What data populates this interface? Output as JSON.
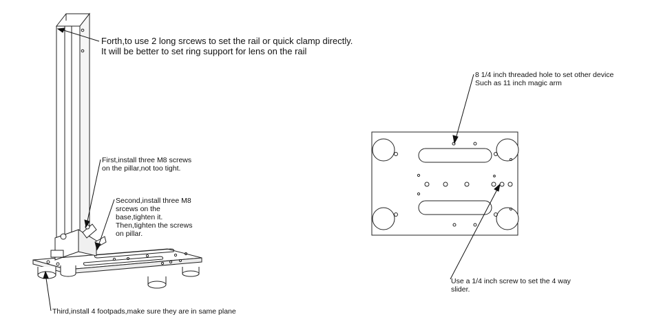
{
  "annotations": {
    "forth": "Forth,to use 2 long srcews to set the rail or quick clamp directly.\nIt will be better to set ring support for lens on the rail",
    "first": "First,install three M8 screws\non the pillar,not too tight.",
    "second": "Second,install three M8\nsrcews on the\nbase,tighten it.\nThen,tighten the screws\non pillar.",
    "third": "Third,install 4 footpads,make sure they are in same plane",
    "threaded_holes": "8 1/4 inch threaded hole to set other device\nSuch as 11 inch magic arm",
    "use_screw": "Use  a 1/4 inch screw to set the 4 way\nslider."
  }
}
